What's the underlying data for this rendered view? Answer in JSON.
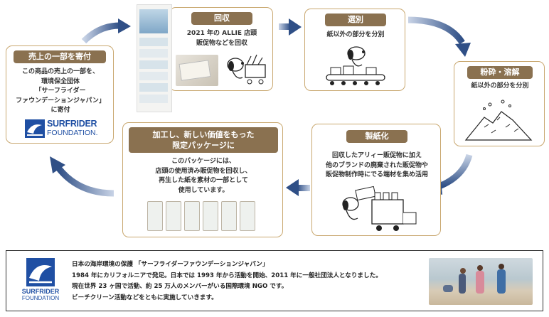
{
  "steps": {
    "collect": {
      "title": "回収",
      "lines": [
        "2021 年の ALLIE 店頭",
        "販促物などを回収"
      ]
    },
    "sort": {
      "title": "選別",
      "lines": [
        "紙以外の部分を分別"
      ]
    },
    "crush": {
      "title": "粉砕・溶解",
      "lines": [
        "紙以外の部分を分別"
      ]
    },
    "papermaking": {
      "title": "製紙化",
      "lines": [
        "回収したアリィー販促物に加え",
        "他のブランドの廃棄された販促物や",
        "販促物制作時にでる端材を集め活用"
      ]
    },
    "process": {
      "title_lines": [
        "加工し、新しい価値をもった",
        "限定パッケージに"
      ],
      "lines": [
        "このパッケージには、",
        "店頭の使用済み販促物を回収し、",
        "再生した紙を素材の一部として",
        "使用しています。"
      ]
    },
    "donate": {
      "title": "売上の一部を寄付",
      "lines": [
        "この商品の売上の一部を、",
        "環境保全団体",
        "「サーフライダー",
        "ファウンデーションジャパン」",
        "に寄付"
      ]
    }
  },
  "logo": {
    "line1": "SURFRIDER",
    "line2": "FOUNDATION."
  },
  "footer": {
    "logo_line1": "SURFRIDER",
    "logo_line2": "FOUNDATION",
    "lines": [
      "日本の海岸環境の保護 「サーフライダーファウンデーションジャパン」",
      "1984 年にカリフォルニアで発足。日本では 1993 年から活動を開始、2011 年に一般社団法人となりました。",
      "現在世界 23 ヶ国で活動、約 25 万人のメンバーがいる国際環境 NGO です。",
      "ビーチクリーン活動などをともに実施していきます。"
    ]
  },
  "colors": {
    "border": "#c9a870",
    "tag": "#8a7150",
    "arrow": "#2f4f86",
    "logo": "#1f4fa3"
  }
}
